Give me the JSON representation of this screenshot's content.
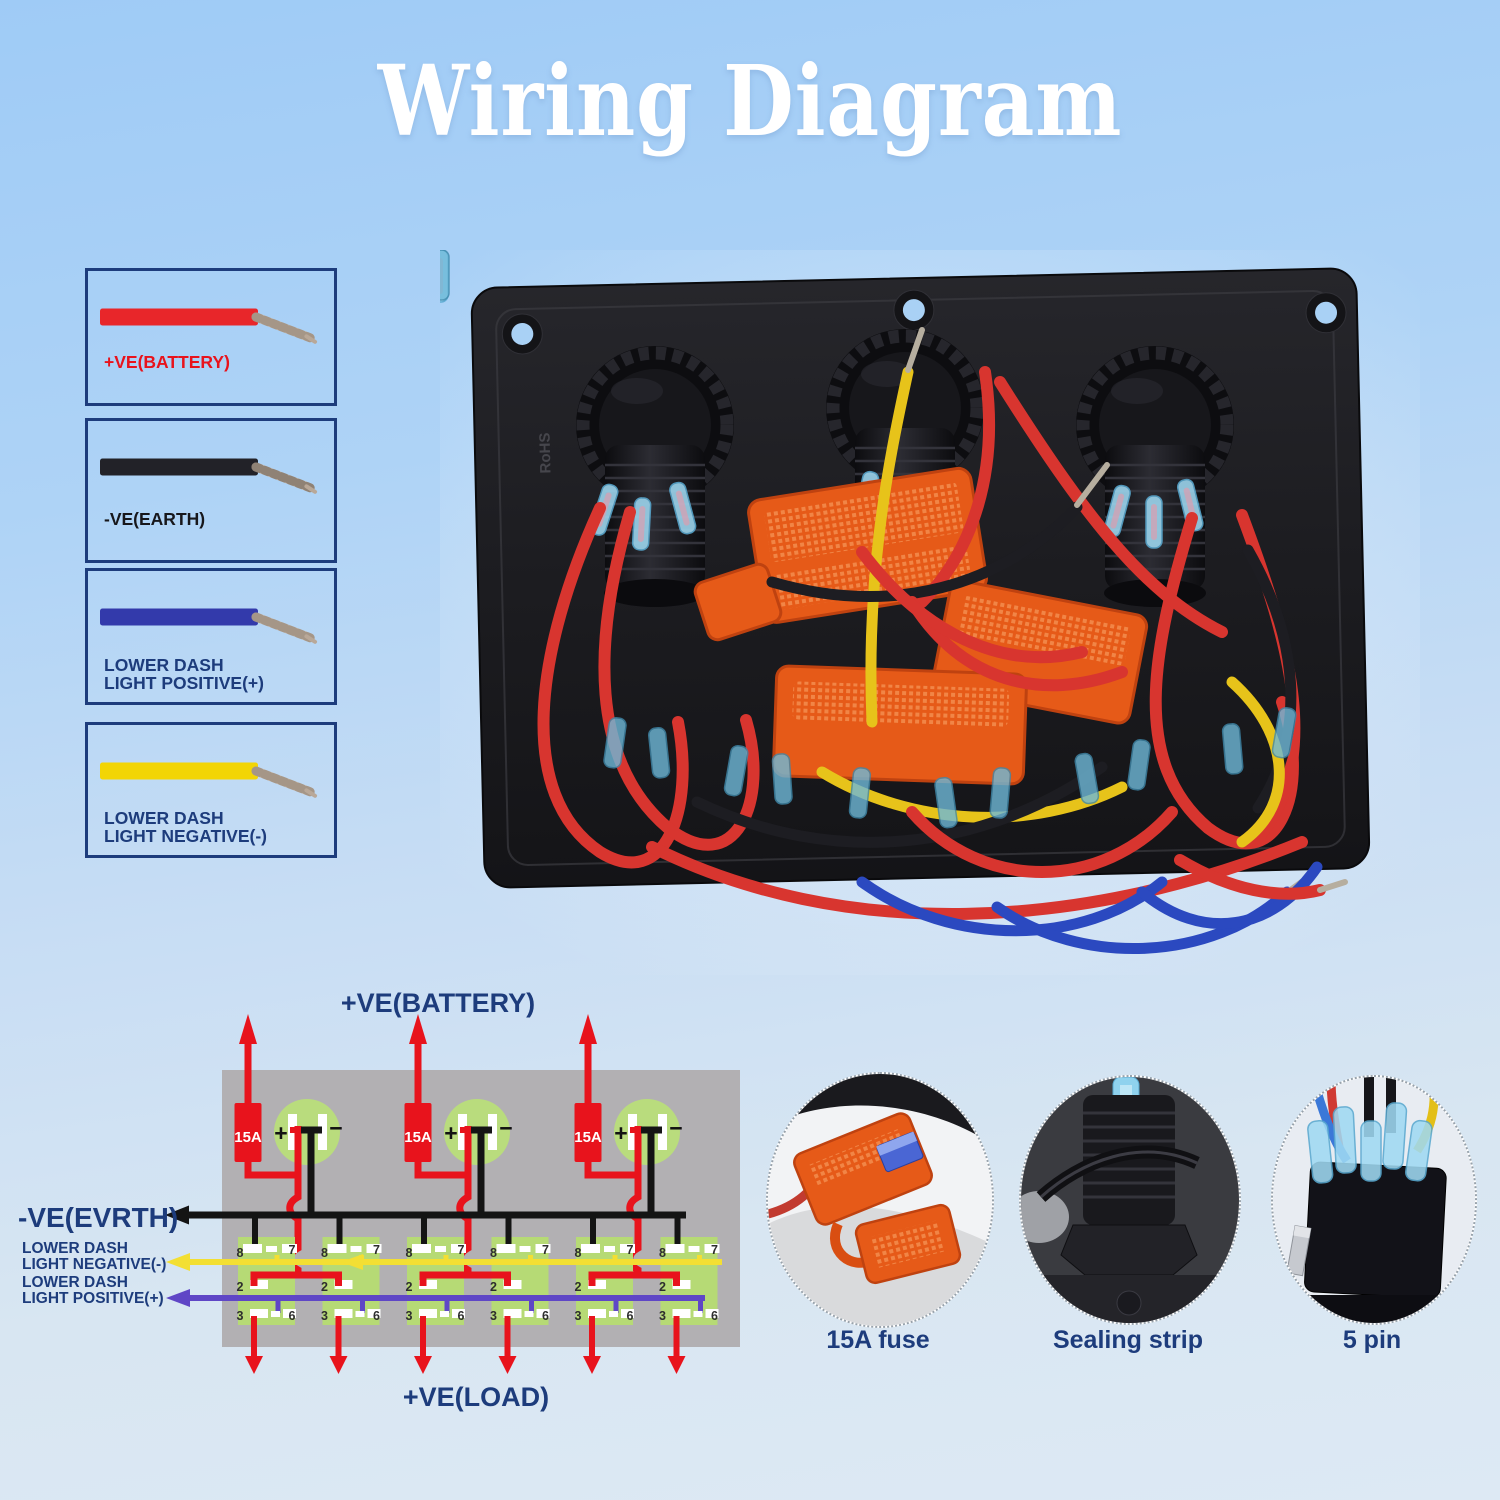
{
  "page": {
    "title": "Wiring Diagram",
    "bg_top": "#9fcbf6",
    "bg_bottom": "#dde9f4"
  },
  "legend": {
    "items": [
      {
        "lines": [
          "+VE(BATTERY)",
          ""
        ],
        "label_color": "#e8131c",
        "wire_color": "#e8262a"
      },
      {
        "lines": [
          "-VE(EARTH)",
          ""
        ],
        "label_color": "#17171b",
        "wire_color": "#222228"
      },
      {
        "lines": [
          "LOWER DASH",
          "LIGHT POSITIVE(+)"
        ],
        "label_color": "#1d3c7c",
        "wire_color": "#333aab"
      },
      {
        "lines": [
          "LOWER DASH",
          "LIGHT NEGATIVE(-)"
        ],
        "label_color": "#1d3c7c",
        "wire_color": "#f2d505"
      }
    ]
  },
  "schematic": {
    "battery_label": "+VE(BATTERY)",
    "load_label": "+VE(LOAD)",
    "earth_label": "-VE(EVRTH)",
    "dash_negative": [
      "LOWER DASH",
      "LIGHT NEGATIVE(-)"
    ],
    "dash_positive": [
      "LOWER DASH",
      "LIGHT POSITIVE(+)"
    ],
    "fuse_label": "15A",
    "socket_plus": "+",
    "socket_minus": "−",
    "pins": {
      "p8": "8",
      "p7": "7",
      "p2": "2",
      "p3": "3",
      "p6": "6"
    },
    "wire_colors": {
      "battery": "#e8131c",
      "earth": "#141414",
      "dash_negative": "#f3df33",
      "dash_positive": "#5f46c6"
    }
  },
  "photo": {
    "marking": "RoHS"
  },
  "callouts": [
    {
      "label": "15A fuse"
    },
    {
      "label": "Sealing strip"
    },
    {
      "label": "5 pin"
    }
  ]
}
